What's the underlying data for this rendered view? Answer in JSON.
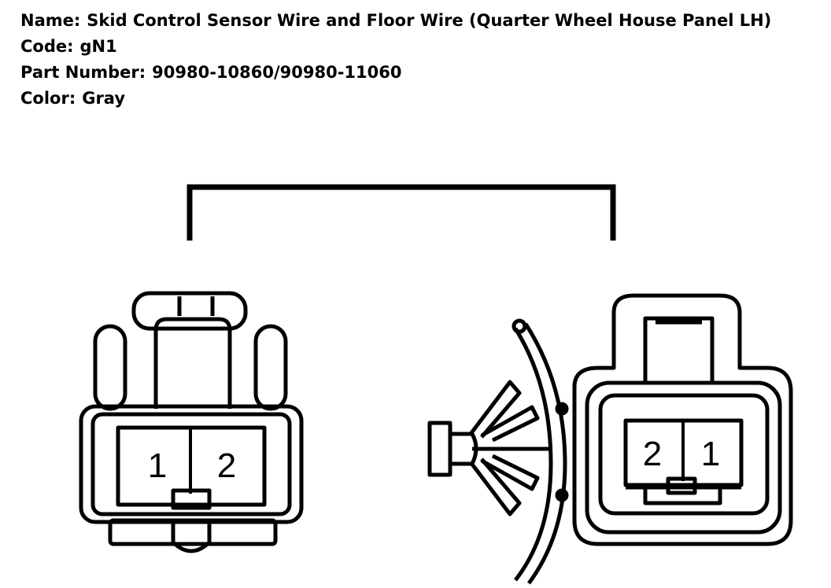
{
  "header": {
    "name_label": "Name:",
    "name_value": "Skid Control Sensor Wire and Floor Wire (Quarter Wheel House Panel LH)",
    "code_label": "Code:",
    "code_value": "gN1",
    "part_label": "Part Number:",
    "part_value": "90980-10860/90980-11060",
    "color_label": "Color:",
    "color_value": "Gray"
  },
  "connectors": {
    "left": {
      "pins": [
        "1",
        "2"
      ]
    },
    "right": {
      "pins": [
        "2",
        "1"
      ]
    }
  }
}
